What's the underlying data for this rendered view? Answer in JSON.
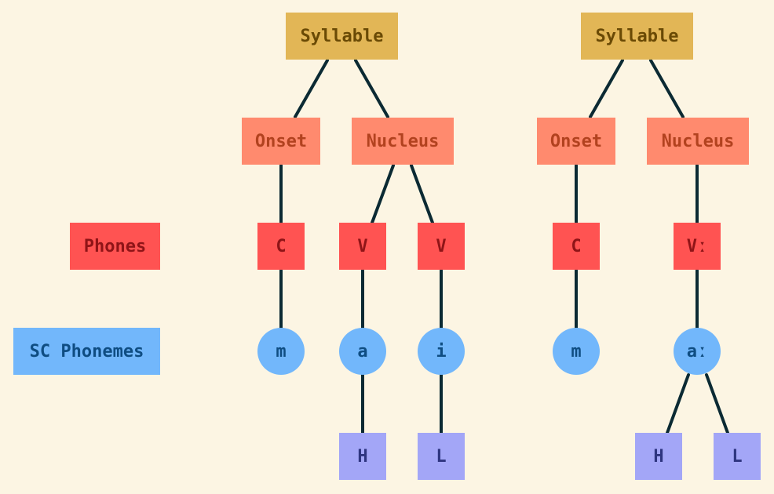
{
  "labels": {
    "phones": "Phones",
    "sc_phonemes": "SC Phonemes"
  },
  "tree1": {
    "syllable": "Syllable",
    "onset": "Onset",
    "nucleus": "Nucleus",
    "phones": [
      "C",
      "V",
      "V"
    ],
    "phonemes": [
      "m",
      "a",
      "i"
    ],
    "tones": [
      "H",
      "L"
    ]
  },
  "tree2": {
    "syllable": "Syllable",
    "onset": "Onset",
    "nucleus": "Nucleus",
    "phones": [
      "C",
      "Vː"
    ],
    "phonemes": [
      "m",
      "aː"
    ],
    "tones": [
      "H",
      "L"
    ]
  },
  "colors": {
    "background": "#fcf5e3",
    "syllable": "#e2b656",
    "constituent": "#ff8a6e",
    "phone": "#ff5352",
    "phoneme": "#72b7fb",
    "tone": "#a3a6f7",
    "edge": "#0b2a33"
  }
}
